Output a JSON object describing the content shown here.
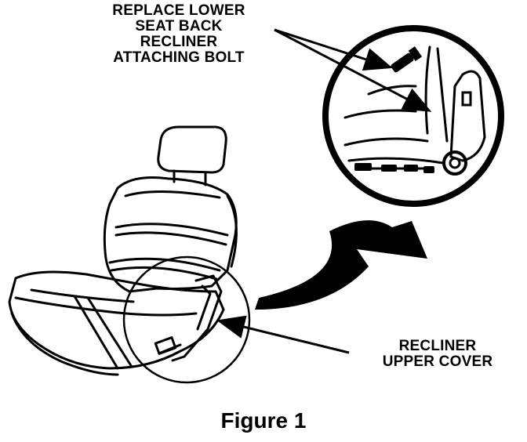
{
  "callouts": {
    "top": [
      "REPLACE LOWER",
      "SEAT BACK",
      "RECLINER",
      "ATTACHING BOLT"
    ],
    "bottom": [
      "RECLINER",
      "UPPER COVER"
    ]
  },
  "caption": "Figure 1",
  "colors": {
    "ink": "#000000",
    "paper": "#ffffff"
  }
}
